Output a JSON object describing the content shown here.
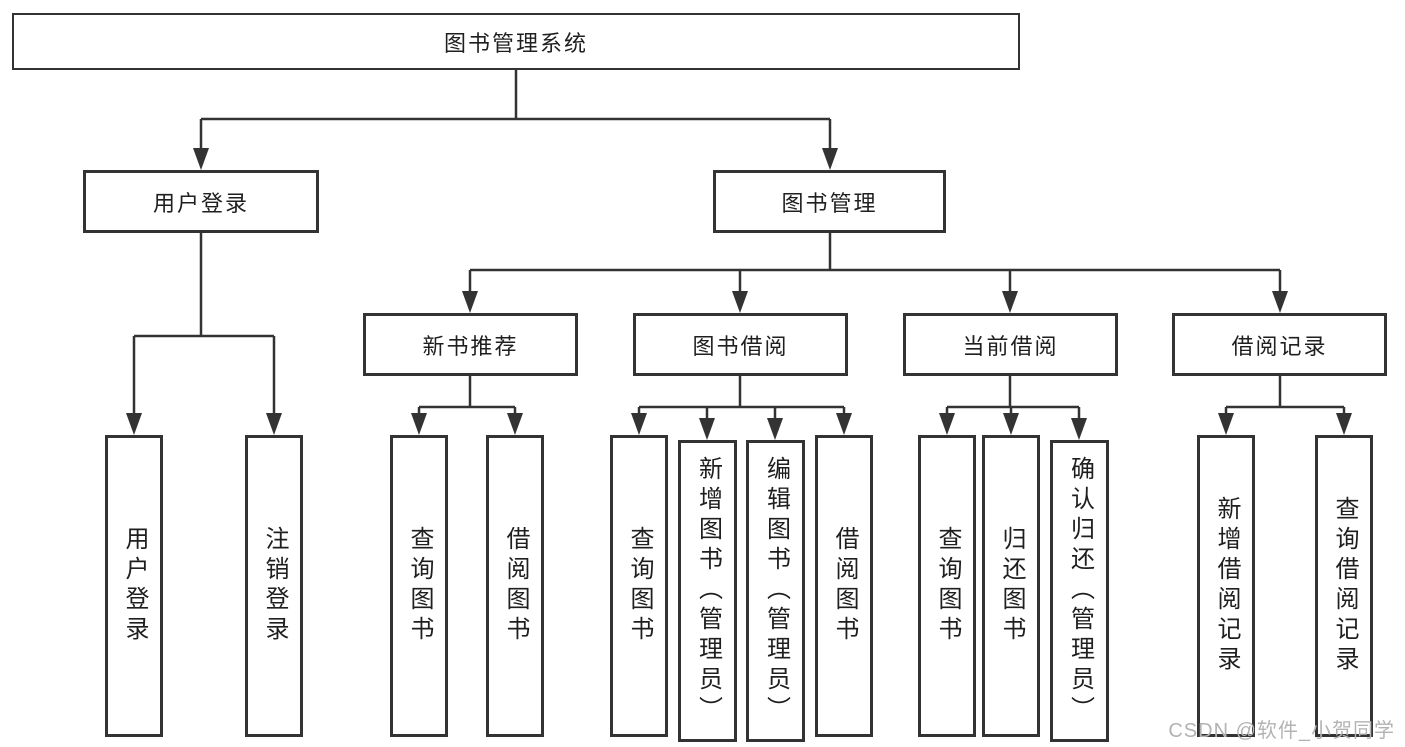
{
  "colors": {
    "line": "#333333",
    "text": "#1f1f1f",
    "box_bg": "#ffffff",
    "watermark": "#b3b3b3"
  },
  "tree": {
    "label": "图书管理系统",
    "children": [
      {
        "label": "用户登录",
        "children": [
          {
            "label": "用户登录"
          },
          {
            "label": "注销登录"
          }
        ]
      },
      {
        "label": "图书管理",
        "children": [
          {
            "label": "新书推荐",
            "children": [
              {
                "label": "查询图书"
              },
              {
                "label": "借阅图书"
              }
            ]
          },
          {
            "label": "图书借阅",
            "children": [
              {
                "label": "查询图书"
              },
              {
                "label": "新增图书（管理员）"
              },
              {
                "label": "编辑图书（管理员）"
              },
              {
                "label": "借阅图书"
              }
            ]
          },
          {
            "label": "当前借阅",
            "children": [
              {
                "label": "查询图书"
              },
              {
                "label": "归还图书"
              },
              {
                "label": "确认归还（管理员）"
              }
            ]
          },
          {
            "label": "借阅记录",
            "children": [
              {
                "label": "新增借阅记录"
              },
              {
                "label": "查询借阅记录"
              }
            ]
          }
        ]
      }
    ]
  },
  "watermark": {
    "text": "CSDN @软件_小贺同学"
  }
}
